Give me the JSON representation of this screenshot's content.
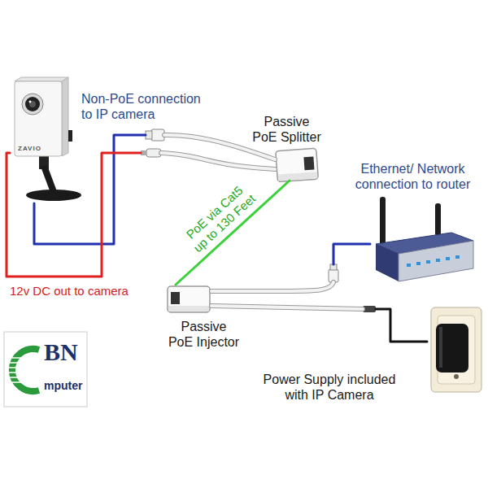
{
  "diagram": {
    "nodes": [
      {
        "text": [
          "ZAVIO"
        ]
      },
      {
        "text": [
          "Passive PoE Splitter"
        ]
      },
      {
        "text": [
          "Ethernet/ Network connection to router"
        ]
      },
      {
        "text": [
          "Passive PoE Injector"
        ]
      },
      {
        "text": [
          "Power Supply included with IP Camera"
        ]
      }
    ],
    "edges": [
      {
        "from": 1,
        "to": 0,
        "arrow": "none"
      },
      {
        "from": 1,
        "to": 0,
        "arrow": "none"
      },
      {
        "from": 3,
        "to": 1,
        "arrow": "none",
        "label": "PoE via Cat5 up to 130 Feet"
      },
      {
        "from": 2,
        "to": 3,
        "arrow": "none"
      },
      {
        "from": 4,
        "to": 3,
        "arrow": "none"
      }
    ],
    "labels": [
      "Non-PoE connection to IP camera",
      "12v DC out to camera",
      "BN",
      "mputer"
    ]
  }
}
